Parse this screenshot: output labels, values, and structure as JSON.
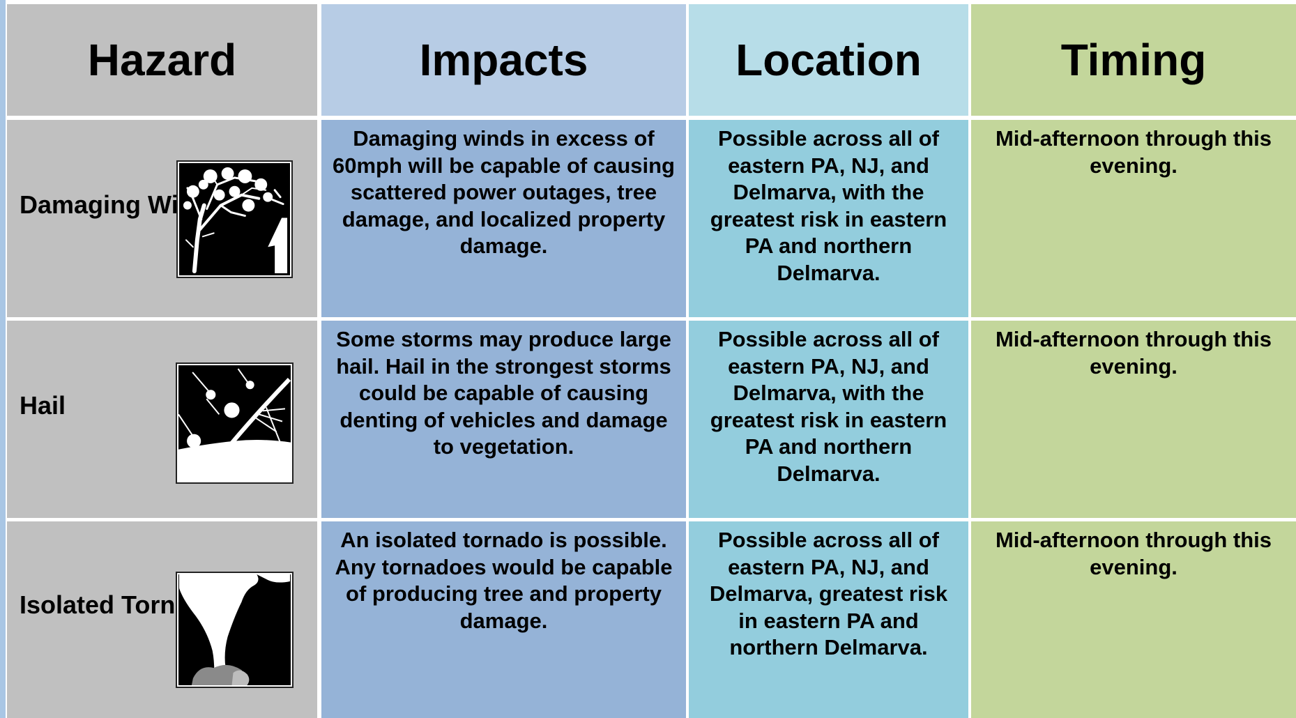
{
  "headers": {
    "hazard": "Hazard",
    "impacts": "Impacts",
    "location": "Location",
    "timing": "Timing"
  },
  "rows": [
    {
      "hazard": "Damaging Winds",
      "icon": "wind-tree-icon",
      "impacts": "Damaging winds in excess of 60mph will be capable of causing scattered power outages, tree damage, and localized property damage.",
      "location": "Possible across all of eastern PA, NJ, and Delmarva, with the greatest risk in eastern PA and northern Delmarva.",
      "timing": "Mid-afternoon through this evening."
    },
    {
      "hazard": "Hail",
      "icon": "hail-icon",
      "impacts": "Some storms may produce large hail. Hail in the strongest storms could be capable of causing denting of vehicles and damage to vegetation.",
      "location": "Possible across all of eastern PA, NJ, and Delmarva, with the greatest risk in eastern PA and northern Delmarva.",
      "timing": "Mid-afternoon through this evening."
    },
    {
      "hazard": "Isolated Tornadoes",
      "icon": "tornado-icon",
      "impacts": "An isolated tornado is possible. Any tornadoes would be capable of producing tree and property damage.",
      "location": "Possible across all of eastern PA, NJ, and Delmarva, greatest risk in eastern PA and northern Delmarva.",
      "timing": "Mid-afternoon through this evening."
    }
  ],
  "colors": {
    "hazard_col": "#c0c0c0",
    "impacts_header": "#b7cce5",
    "impacts_body": "#95b3d7",
    "location_header": "#b7dde8",
    "location_body": "#93cddd",
    "timing_header": "#c3d69b",
    "timing_body": "#c3d69b",
    "grid_line": "#ffffff"
  }
}
